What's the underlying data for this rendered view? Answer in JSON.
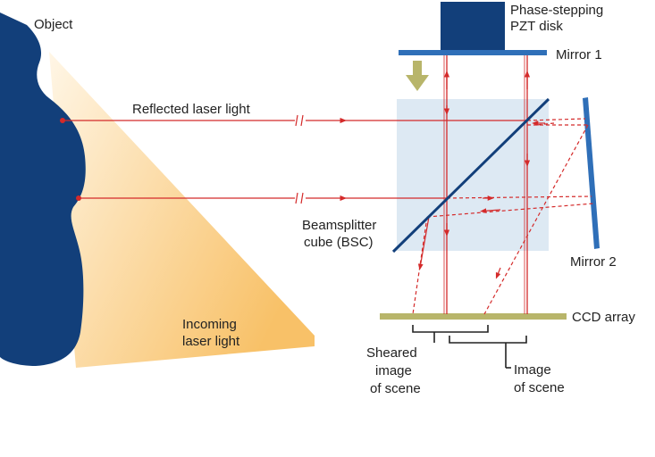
{
  "labels": {
    "object": "Object",
    "pzt_line1": "Phase-stepping",
    "pzt_line2": "PZT disk",
    "mirror1": "Mirror 1",
    "reflected": "Reflected laser light",
    "beamsplitter_line1": "Beamsplitter",
    "beamsplitter_line2": "cube (BSC)",
    "mirror2": "Mirror 2",
    "incoming_line1": "Incoming",
    "incoming_line2": "laser light",
    "ccd": "CCD array",
    "sheared_line1": "Sheared",
    "sheared_line2": "image",
    "sheared_line3": "of scene",
    "image_line1": "Image",
    "image_line2": "of scene"
  },
  "colors": {
    "object": "#123f7a",
    "beam": "#d42a2a",
    "mirror": "#2f6fb8",
    "cube": "#dde9f3",
    "ccd": "#b8b56a",
    "arrow": "#b8b56a",
    "diagonal": "#123f7a",
    "light_start": "#fff6e6",
    "light_end": "#f8c168"
  }
}
